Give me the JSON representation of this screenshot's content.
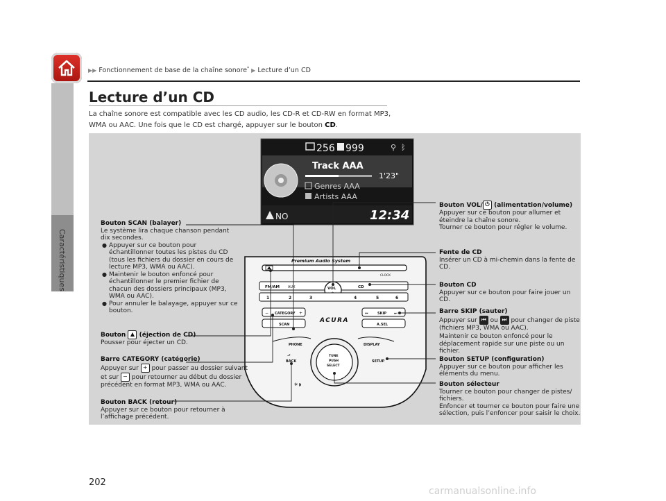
{
  "breadcrumb": {
    "parent": "Fonctionnement de base de la chaîne sonore",
    "parent_mark": "*",
    "current": "Lecture d’un CD"
  },
  "side_label": "Caractéristiques",
  "title": "Lecture d’un CD",
  "intro": {
    "text": "La chaîne sonore est compatible avec les CD audio, les CD-R et CD-RW en format MP3, WMA ou AAC. Une fois que le CD est chargé, appuyer sur le bouton ",
    "button": "CD",
    "end": "."
  },
  "display": {
    "folder_count": "256",
    "track_count": "999",
    "track": "Track AAA",
    "time": "1'23\"",
    "genre": "Genres AAA",
    "artist": "Artists AAA",
    "nav": "NO",
    "clock": "12:34"
  },
  "unit": {
    "brand_line": "Premium Audio System",
    "clock_btn": "CLOCK",
    "fm_am": "FM/AM",
    "aux": "AUX",
    "vol": "VOL",
    "cd": "CD",
    "presets": [
      "1",
      "2",
      "3",
      "4",
      "5",
      "6"
    ],
    "category": "CATEGORY",
    "scan": "SCAN",
    "logo": "ACURA",
    "skip": "SKIP",
    "asel": "A.SEL",
    "phone": "PHONE",
    "display": "DISPLAY",
    "back": "BACK",
    "tune": "TUNE",
    "push": "PUSH",
    "select": "SELECT",
    "setup": "SETUP"
  },
  "labels": {
    "scan": {
      "title": "Bouton SCAN (balayer)",
      "desc": "Le système lira chaque chanson pendant dix secondes.",
      "items": [
        "Appuyer sur ce bouton pour échantillonner toutes les pistes du CD (tous les fichiers du dossier en cours de lecture MP3, WMA ou AAC).",
        "Maintenir le bouton enfoncé pour échantillonner le premier fichier de chacun des dossiers principaux (MP3, WMA ou AAC).",
        "Pour annuler le balayage, appuyer sur ce bouton."
      ]
    },
    "eject": {
      "title_a": "Bouton",
      "title_b": "(éjection de CD)",
      "desc": "Pousser pour éjecter un CD."
    },
    "category": {
      "title": "Barre CATEGORY (catégorie)",
      "l1a": "Appuyer sur",
      "l1b": "pour passer au dossier suivant",
      "l2a": "et sur",
      "l2b": "pour retourner au début du dossier",
      "l3": "précédent en format MP3, WMA ou AAC."
    },
    "back": {
      "title": "Bouton BACK (retour)",
      "desc": "Appuyer sur ce bouton pour retourner à l’affichage précédent."
    },
    "vol": {
      "title_a": "Bouton VOL/",
      "title_b": "(alimentation/volume)",
      "d1": "Appuyer sur ce bouton pour allumer et éteindre la chaîne sonore.",
      "d2": "Tourner ce bouton pour régler le volume."
    },
    "slot": {
      "title": "Fente de CD",
      "desc": "Insérer un CD à mi-chemin dans la fente de CD."
    },
    "cd": {
      "title": "Bouton CD",
      "desc": "Appuyer sur ce bouton pour faire jouer un CD."
    },
    "skip": {
      "title": "Barre SKIP (sauter)",
      "d1a": "Appuyer sur",
      "d1b": "ou",
      "d1c": "pour changer de piste (fichiers MP3, WMA ou AAC).",
      "d2": "Maintenir ce bouton enfoncé pour le déplacement rapide sur une piste ou un fichier."
    },
    "setup": {
      "title": "Bouton SETUP (configuration)",
      "desc": "Appuyer sur ce bouton pour afficher les éléments du menu."
    },
    "selector": {
      "title": "Bouton sélecteur",
      "d1": "Tourner ce bouton pour changer de pistes/ fichiers.",
      "d2": "Enfoncer et tourner ce bouton pour faire une sélection, puis l’enfoncer pour saisir le choix."
    }
  },
  "page_number": "202",
  "watermark": "carmanualsonline.info"
}
